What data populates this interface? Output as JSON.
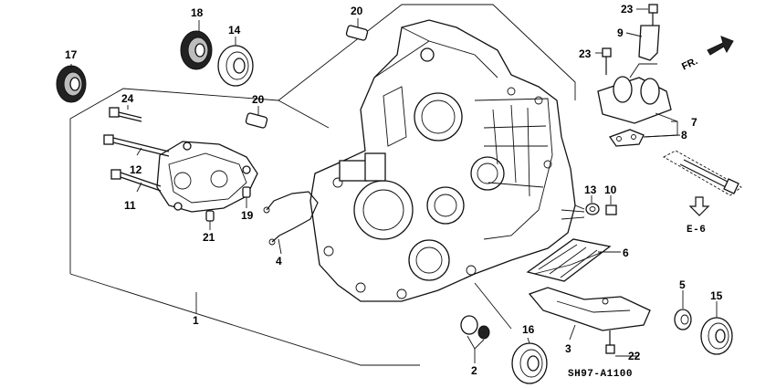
{
  "callouts": {
    "c1": "1",
    "c2": "2",
    "c3": "3",
    "c4": "4",
    "c5": "5",
    "c6": "6",
    "c7": "7",
    "c8": "8",
    "c9": "9",
    "c10": "10",
    "c11": "11",
    "c12": "12",
    "c13": "13",
    "c14": "14",
    "c15": "15",
    "c16": "16",
    "c17": "17",
    "c18": "18",
    "c19": "19",
    "c20a": "20",
    "c20b": "20",
    "c21": "21",
    "c22": "22",
    "c23a": "23",
    "c23b": "23",
    "c24": "24"
  },
  "front_arrow_label": "FR.",
  "reference_label": "E-6",
  "diagram_code": "SH97-A1100"
}
